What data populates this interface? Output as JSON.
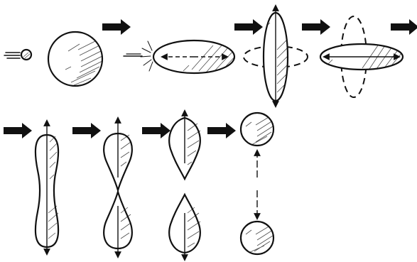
{
  "figure": {
    "background": "#ffffff",
    "ink": "#111111",
    "description_text": "",
    "stages": [
      {
        "id": "neutron",
        "icon": "particle-icon"
      },
      {
        "id": "sphere",
        "icon": "nucleus-sphere-icon"
      },
      {
        "id": "elongated",
        "icon": "ellipsoid-nucleus-icon"
      },
      {
        "id": "oscillation-vertical",
        "icon": "oscillating-nucleus-icon"
      },
      {
        "id": "oscillation-horizontal",
        "icon": "oscillating-nucleus-icon"
      },
      {
        "id": "dumbbell",
        "icon": "dumbbell-nucleus-icon"
      },
      {
        "id": "necking",
        "icon": "necking-nucleus-icon"
      },
      {
        "id": "split-drops",
        "icon": "drop-fragments-icon"
      },
      {
        "id": "fragments",
        "icon": "fragment-spheres-icon"
      }
    ]
  }
}
